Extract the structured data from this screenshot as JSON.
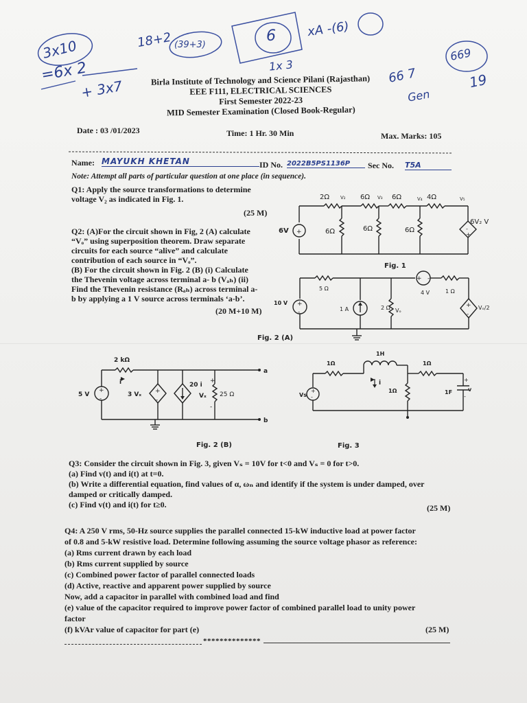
{
  "handwritten": {
    "h1": "3x10",
    "h2": "18+2",
    "h3": "6",
    "h4": "=6x 2",
    "h5": "(39+3)",
    "h6": "xA -(6)",
    "h7": "+ 3x7",
    "h8": "1x 3",
    "h9": "66 7",
    "h10": "669",
    "h11": "Gen",
    "h12": "19"
  },
  "header": {
    "institute": "Birla Institute of Technology and Science Pilani (Rajasthan)",
    "course": "EEE F111, ELECTRICAL SCIENCES",
    "semester": "First Semester 2022-23",
    "exam": "MID Semester Examination (Closed Book-Regular)"
  },
  "meta": {
    "date": "Date : 03 /01/2023",
    "time": "Time: 1 Hr. 30 Min",
    "max_marks": "Max. Marks: 105"
  },
  "student": {
    "name_label": "Name:",
    "name_value": "MAYUKH KHETAN",
    "id_label": "ID No.",
    "id_value": "2022B5PS1136P",
    "sec_label": "Sec No.",
    "sec_value": "T5A"
  },
  "note": "Note: Attempt all parts of particular question at one place (in sequence).",
  "q1": {
    "lines": [
      "Q1: Apply the source transformations to determine",
      "voltage V₂ as indicated in Fig. 1."
    ],
    "marks": "(25 M)"
  },
  "q2": {
    "lines": [
      "Q2: (A)For the circuit shown in Fig, 2 (A) calculate",
      "“Vₒ” using superposition theorem. Draw separate",
      "circuits for each source “alive” and calculate",
      "contribution of each source in “Vₒ”.",
      "(B) For the circuit shown in Fig. 2 (B) (i) Calculate",
      "the Thevenin voltage across terminal a- b (Vₐₕ) (ii)",
      "Find the Thevenin resistance (Rₐₕ) across terminal a-",
      "b by  applying a 1 V source across terminals ‘a-b’."
    ],
    "marks": "(20 M+10 M)"
  },
  "fig1": {
    "label": "Fig. 1",
    "r1": "2Ω",
    "r2": "6Ω",
    "r3": "6Ω",
    "r4": "4Ω",
    "r5": "6Ω",
    "r6": "6Ω",
    "r7": "6Ω",
    "n2": "V₂",
    "n3": "V₃",
    "n4": "V₄",
    "n5": "V₅",
    "source": "6V",
    "dep": "6V₂ V"
  },
  "fig2a": {
    "label": "Fig. 2 (A)",
    "r5": "5 Ω",
    "r1": "1 Ω",
    "r2": "2 Ω",
    "src10": "10 V",
    "src4": "4 V",
    "cur": "1 A",
    "vo": "Vₒ",
    "dep": "Vₒ/2"
  },
  "fig2b": {
    "label": "Fig. 2 (B)",
    "r2k": "2 kΩ",
    "src5": "5 V",
    "dep3": "3 Vₓ",
    "dep20": "20 i",
    "vx": "Vₓ",
    "r25": "25 Ω",
    "i": "i",
    "a": "a",
    "b": "b"
  },
  "fig3": {
    "label": "Fig. 3",
    "r1": "1Ω",
    "r2": "1Ω",
    "r3": "1Ω",
    "l": "1H",
    "c": "1F",
    "vs": "Vs",
    "i": "i",
    "v": "v"
  },
  "q3": {
    "intro": "Q3:  Consider the circuit shown in Fig. 3, given Vₛ = 10V for t<0 and Vₛ = 0 for t>0.",
    "a": "(a) Find v(t) and i(t) at t=0.",
    "b1": "(b) Write a differential equation, find values of α, ωₙ and identify if the system is under damped, over",
    "b2": "damped or critically damped.",
    "c": "(c) Find v(t) and i(t) for  t≥0.",
    "marks": "(25 M)"
  },
  "q4": {
    "intro1": "Q4:  A 250 V rms, 50-Hz source supplies the parallel connected 15-kW inductive load at power factor",
    "intro2": "of 0.8 and 5-kW resistive load. Determine following assuming the source voltage phasor as reference:",
    "a": "(a) Rms current drawn by each load",
    "b": "(b) Rms current supplied by source",
    "c": "(c) Combined power factor of parallel connected loads",
    "d": "(d) Active, reactive and apparent power supplied by source",
    "now": "Now, add a capacitor in parallel with combined load and find",
    "e1": "(e) value of the capacitor required to improve power factor of combined parallel load to unity power",
    "e2": "factor",
    "f": "(f) kVAr value of capacitor for part (e)",
    "marks": "(25 M)"
  },
  "footer_stars": "**************"
}
